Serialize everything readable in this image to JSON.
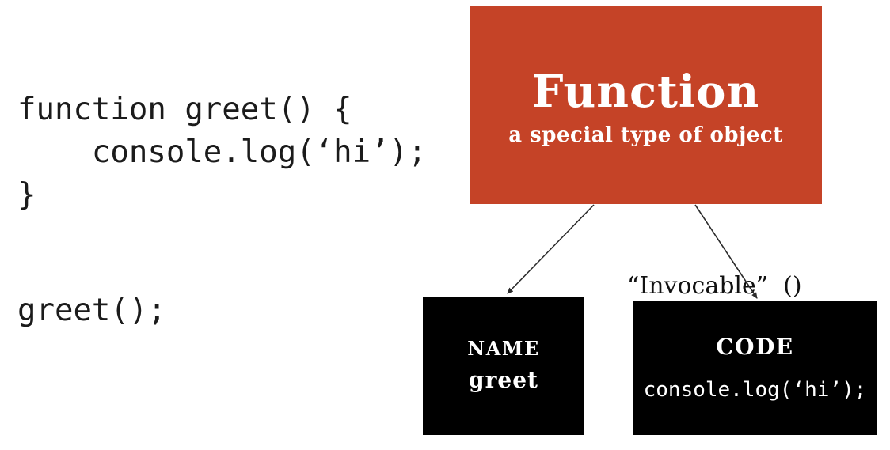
{
  "colors": {
    "background": "#ffffff",
    "accent_red": "#c54327",
    "box_black": "#000000",
    "code_text": "#1b1b1b",
    "arrow": "#2b2b2b",
    "white_text": "#ffffff"
  },
  "code_panel": {
    "definition_lines": [
      "function greet() {",
      "    console.log(‘hi’);",
      "}"
    ],
    "call_line": "greet();"
  },
  "function_box": {
    "title": "Function",
    "subtitle": "a special type of object"
  },
  "name_box": {
    "label": "NAME",
    "value": "greet"
  },
  "code_box": {
    "label": "CODE",
    "value": "console.log(‘hi’);"
  },
  "invocable_label": "“Invocable”  ()"
}
